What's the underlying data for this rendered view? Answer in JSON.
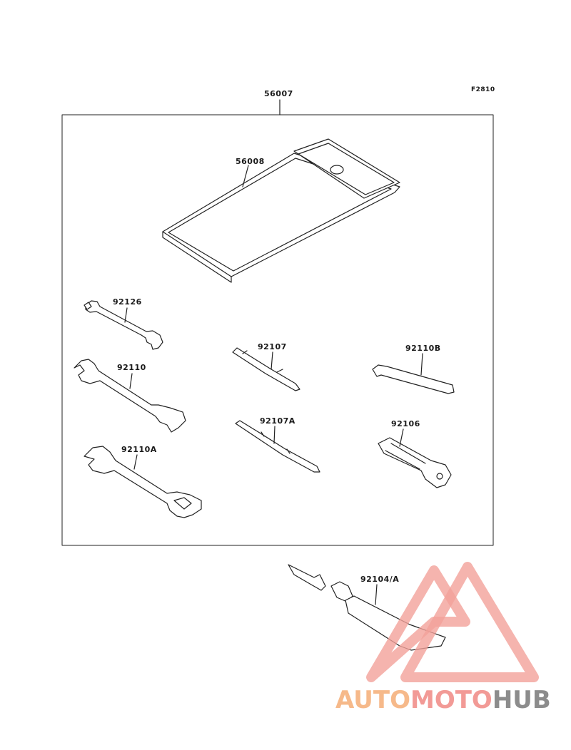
{
  "figure_code": "F2810",
  "parts": {
    "kit": "56007",
    "pouch": "56008",
    "wrench_small": "92126",
    "wrench_mid": "92110",
    "wrench_large": "92110A",
    "screwdriver": "92107",
    "screwdriver_alt": "92107A",
    "hex_key": "92110B",
    "handle": "92106",
    "tube": "92104/A"
  },
  "watermark": {
    "part1": "AUTO",
    "part2": "MOTO",
    "part3": "HUB",
    "color1": "#f6b98a",
    "color2": "#f29a96",
    "color3": "#8c8c8c"
  }
}
